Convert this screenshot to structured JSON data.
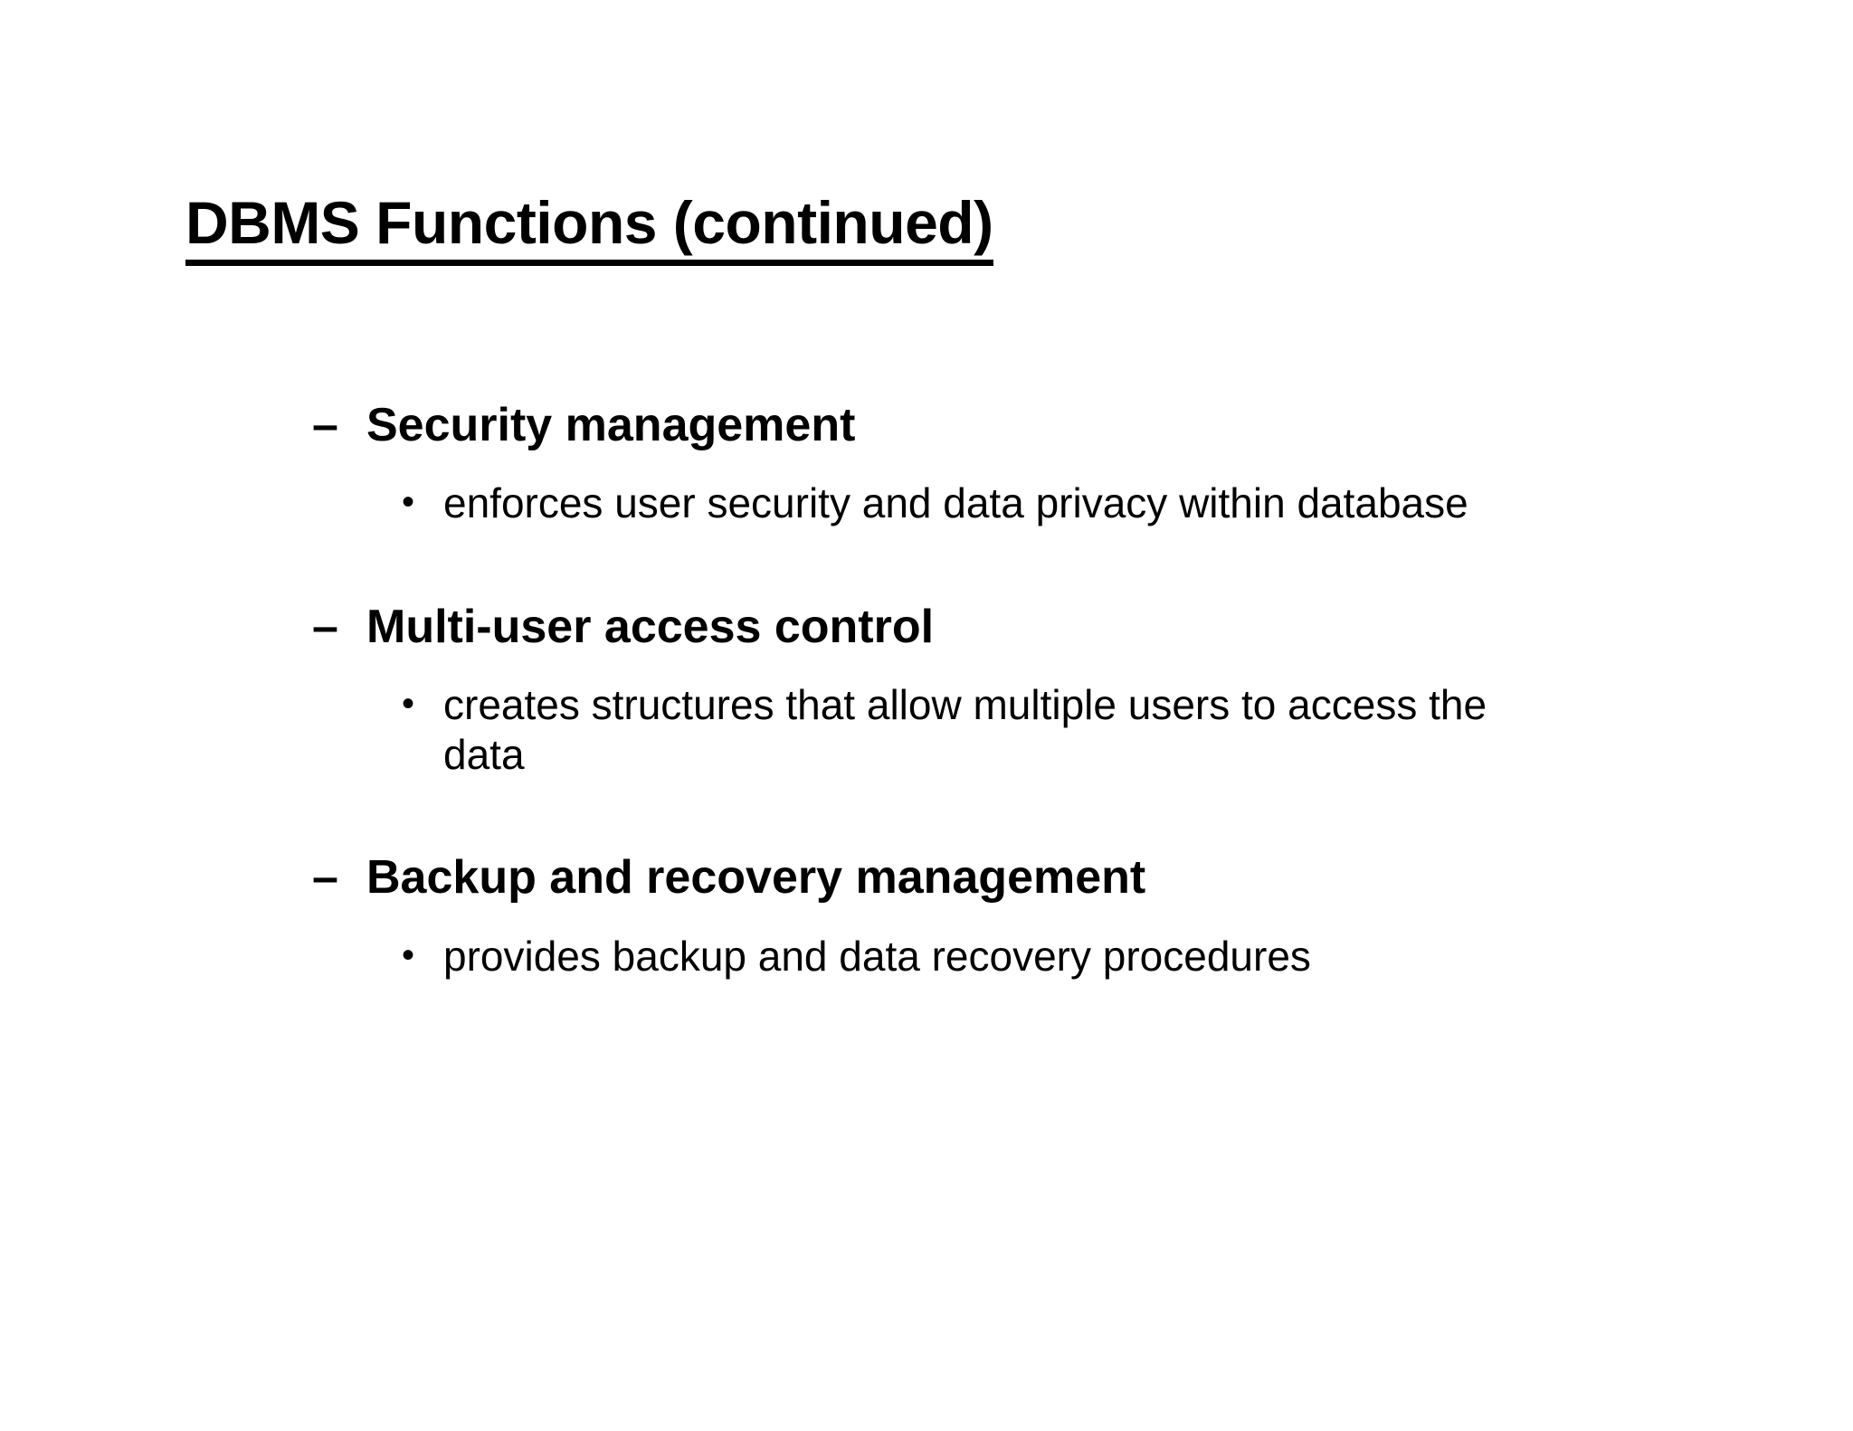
{
  "slide": {
    "title": "DBMS Functions (continued)",
    "background_color": "#ffffff",
    "text_color": "#000000",
    "markers": {
      "level1": "–",
      "level2": "•"
    },
    "outline": [
      {
        "heading": "Security management",
        "detail": "enforces user security and data privacy within database"
      },
      {
        "heading": "Multi-user access control",
        "detail": "creates structures that allow multiple users to access the data"
      },
      {
        "heading": "Backup and recovery management",
        "detail": "provides backup and data recovery procedures"
      }
    ]
  }
}
